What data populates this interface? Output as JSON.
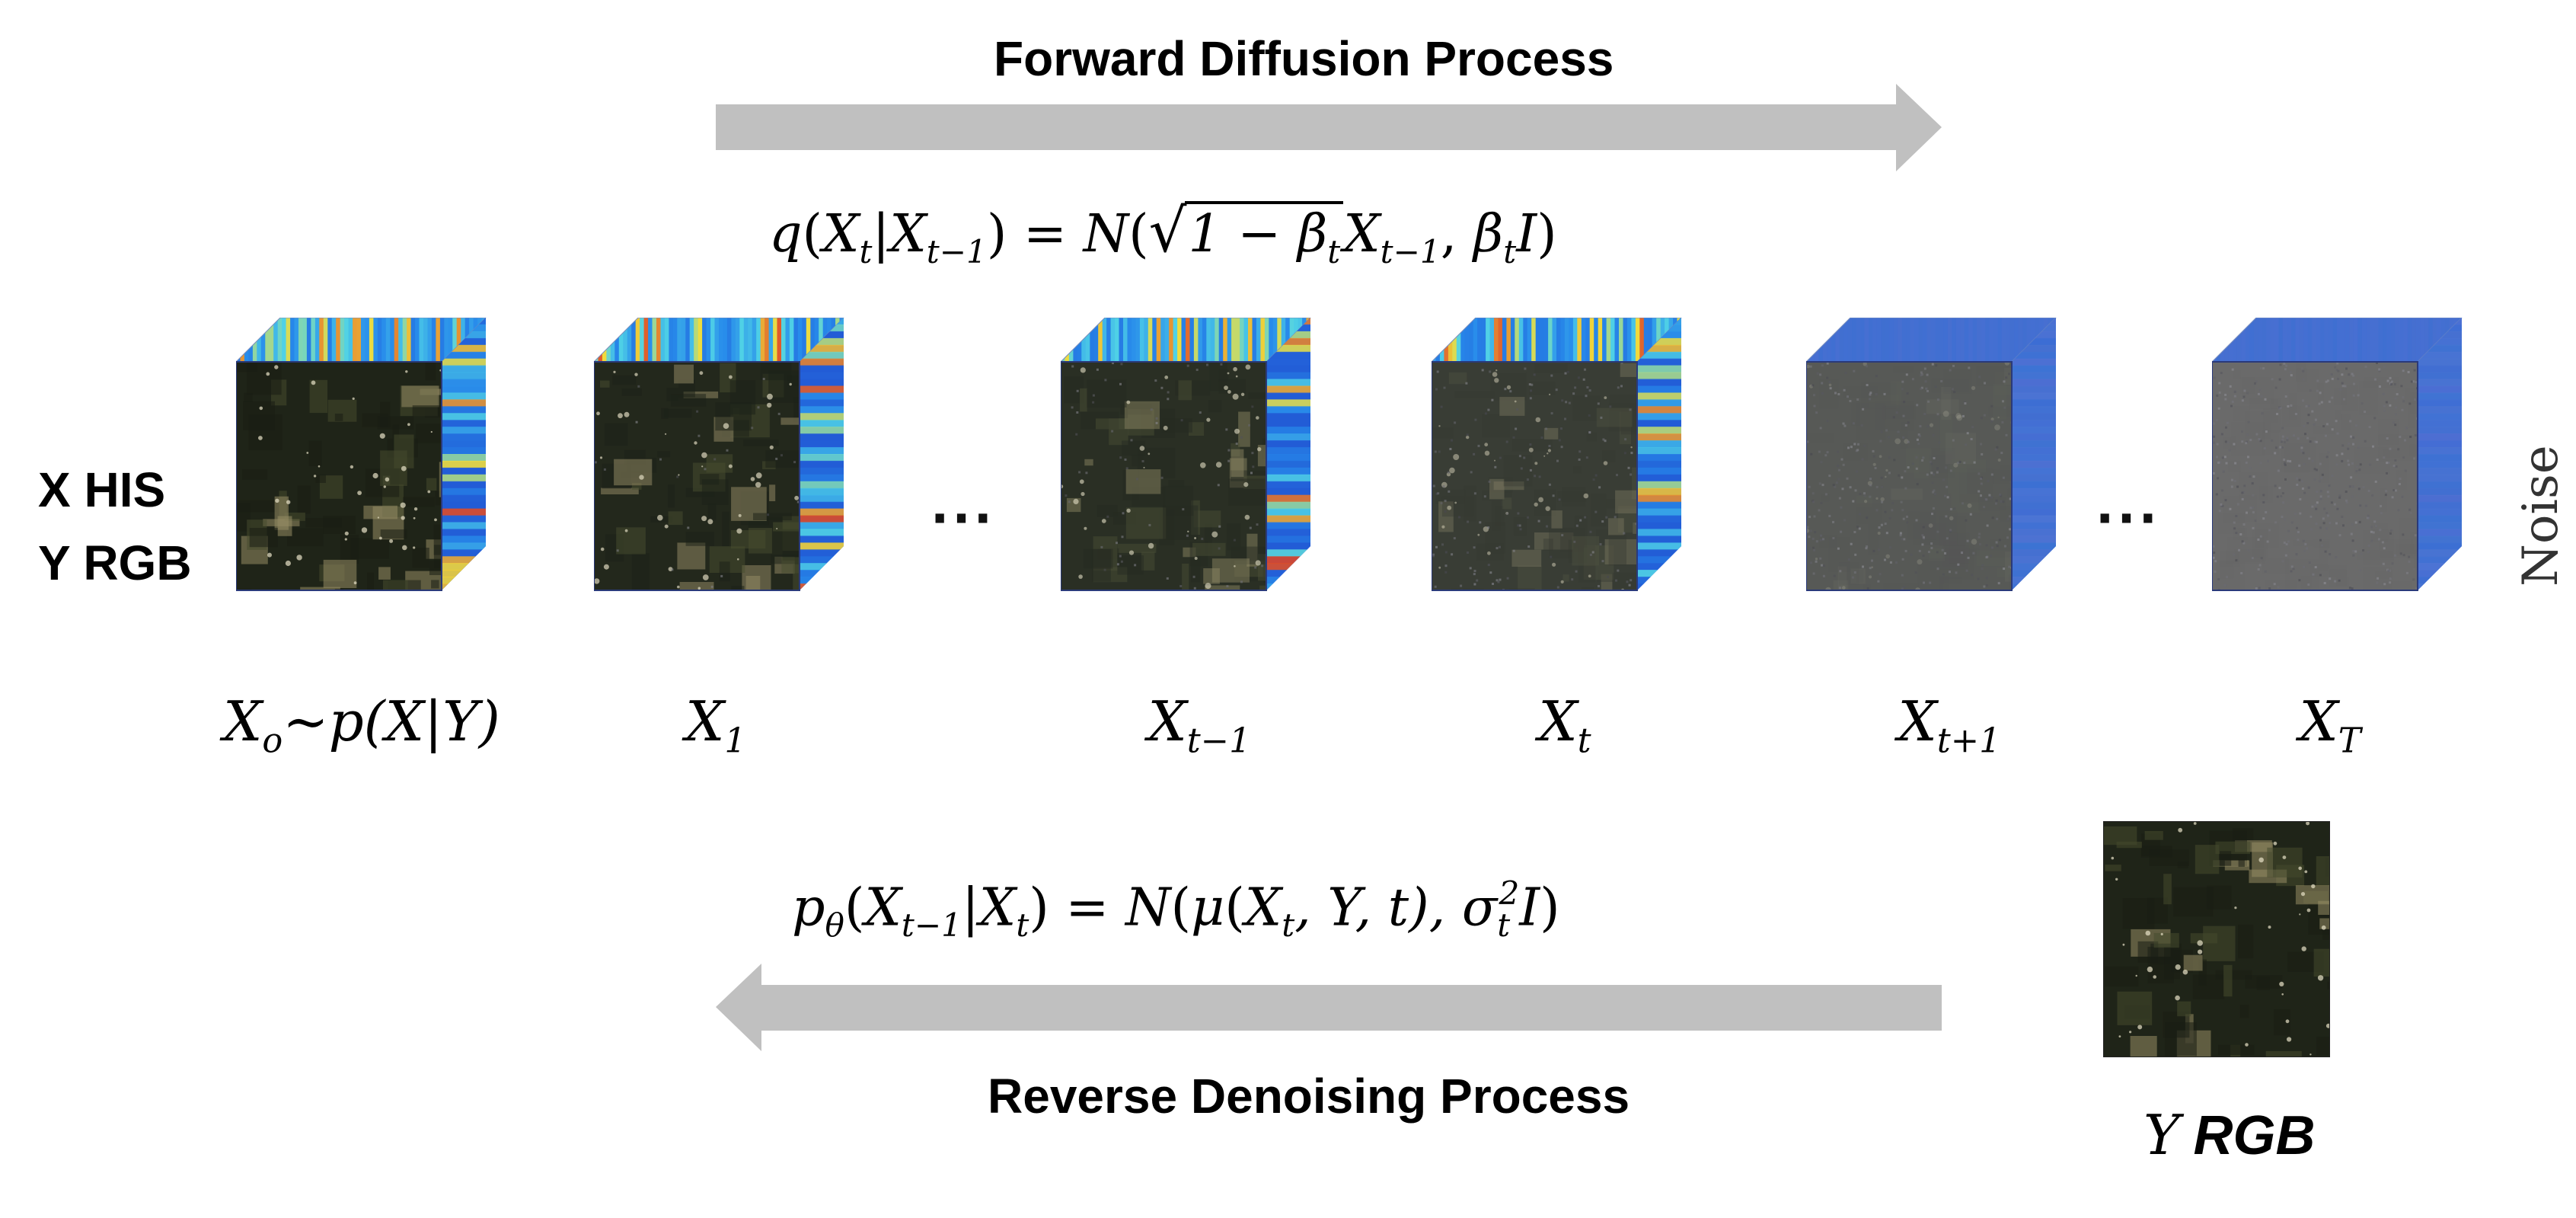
{
  "forward": {
    "title": "Forward Diffusion Process",
    "equation": {
      "lhs": "q",
      "open": "(",
      "x_t": "X",
      "t": "t",
      "bar": "|",
      "x_prev": "X",
      "t_minus_1": "t−1",
      "close_eq": ") = ",
      "N": "N",
      "open2": "(",
      "sqrt_body": "1 − β",
      "beta_sub": "t",
      "x_prev2": "X",
      "t_minus_1b": "t−1",
      "comma": ", ",
      "beta": "β",
      "beta_sub2": "t",
      "I": "I",
      "close": ")"
    }
  },
  "reverse": {
    "title": "Reverse Denoising Process",
    "equation": {
      "p": "p",
      "theta": "θ",
      "open": "(",
      "x_prev": "X",
      "t_minus_1": "t−1",
      "bar": "|",
      "x_t": "X",
      "t": "t",
      "close_eq": ") = ",
      "N": "N",
      "open2": "(",
      "mu": "μ",
      "open3": "(",
      "x_t2": "X",
      "t2": "t",
      "args": ", Y, t), σ",
      "sigma_sub": "t",
      "sigma_sup": "2",
      "I": "I",
      "close": ")"
    }
  },
  "legend": {
    "line1": "X HIS",
    "line2": "Y RGB"
  },
  "cubes": [
    {
      "label": "X",
      "sub": "o",
      "suffix": "∼p(X|Y)",
      "noise": 0.0
    },
    {
      "label": "X",
      "sub": "1",
      "suffix": "",
      "noise": 0.05
    },
    {
      "label": "X",
      "sub": "t−1",
      "suffix": "",
      "noise": 0.15
    },
    {
      "label": "X",
      "sub": "t",
      "suffix": "",
      "noise": 0.35
    },
    {
      "label": "X",
      "sub": "t+1",
      "suffix": "",
      "noise": 0.75
    },
    {
      "label": "X",
      "sub": "T",
      "suffix": "",
      "noise": 1.0
    }
  ],
  "ellipsis": "···",
  "noise_label": "Noise",
  "y_rgb": {
    "y": "Y",
    "rgb": "RGB"
  },
  "colors": {
    "arrow": "#c0c0c0",
    "scene_dark": "#1f2418",
    "spectral_blue": "#1e5bd6",
    "noise_gray": "#6a6a6a",
    "noise_blue": "#3f6fd0"
  }
}
